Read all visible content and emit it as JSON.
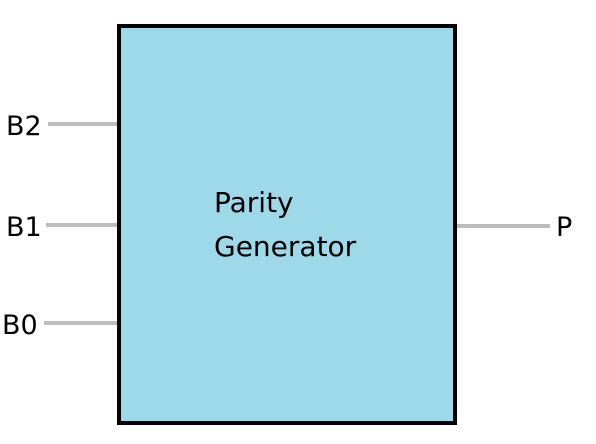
{
  "block": {
    "label_lines": [
      "Parity",
      "Generator"
    ],
    "fill_color": "#9ed9e9",
    "border_color": "#000000"
  },
  "inputs": [
    {
      "label": "B2"
    },
    {
      "label": "B1"
    },
    {
      "label": "B0"
    }
  ],
  "outputs": [
    {
      "label": "P"
    }
  ],
  "wire_color": "#bdbdbd"
}
